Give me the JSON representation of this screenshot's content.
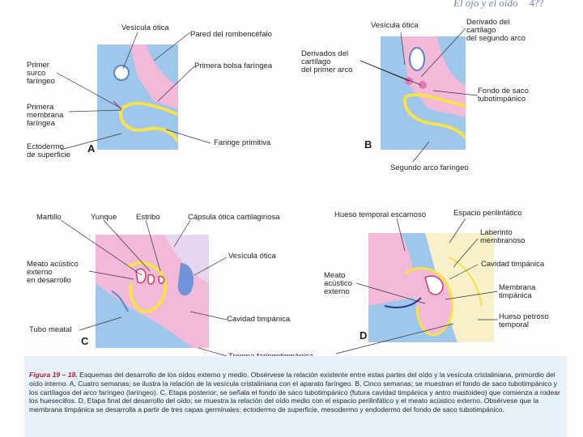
{
  "header": {
    "title": "El ojo y el oído",
    "page": "4??"
  },
  "panels": {
    "A": {
      "tag": "A",
      "labels": {
        "vesicula": "Vesícula ótica",
        "pared": "Pared del rombencéfalo",
        "surco": "Primer\nsurco\nfaríngeo",
        "bolsa": "Primera bolsa faríngea",
        "membrana": "Primera\nmembrana\nfaríngea",
        "ectodermo": "Ectodermo\nde superficie",
        "faringe": "Faringe primitiva"
      }
    },
    "B": {
      "tag": "B",
      "labels": {
        "vesicula": "Vesícula ótica",
        "derivado2": "Derivado del\ncartílago\ndel segundo arco",
        "derivados1": "Derivados del\ncartílago\ndel primer arco",
        "fondo": "Fondo de saco\ntubotimpánico",
        "segundo": "Segundo arco faríngeo"
      }
    },
    "C": {
      "tag": "C",
      "labels": {
        "martillo": "Martillo",
        "yunque": "Yunque",
        "estribo": "Estribo",
        "capsula": "Cápsula ótica cartilaginosa",
        "meato": "Meato acústico\nexterno\nen desarrollo",
        "vesicula": "Vesícula ótica",
        "cavidad": "Cavidad timpánica",
        "tubo": "Tubo meatal",
        "trompa": "Trompa faringotimpánica"
      }
    },
    "D": {
      "tag": "D",
      "labels": {
        "hueso_temp": "Hueso temporal escamoso",
        "espacio": "Espacio perilinfático",
        "laberinto": "Laberinto\nmembranoso",
        "cavidad": "Cavidad timpánica",
        "meato": "Meato\nacústico\nexterno",
        "membrana": "Membrana\ntimpánica",
        "petroso": "Hueso petroso\ntemporal"
      }
    }
  },
  "caption": {
    "label": "Figura 19 – 18.",
    "text": "Esquemas del desarrollo de los oídos externo y medio. Obsérvese la relación existente entre estas partes del oído y la vesícula cristaliniana, primordio del oído interno. A, Cuatro semanas; se ilustra la relación de la vesícula cristaliniana con el aparato faríngeo. B, Cinco semanas; se muestran el fondo de saco tubotimpánico y los cartílagos del arco faríngeo (laríngeo). C, Etapa posterior; se señala el fondo de saco tubotimpánico (futura cavidad timpánica y antro mastoideo) que comienza a rodear los huesecillos. D, Etapa final del desarrollo del oído; se muestra la relación del oído medio con el espacio perilinfático y el meato acústico externo. Obsérvese que la membrana timpánica se desarrolla a partir de tres capas germinales: ectodermo de superficie, mesodermo y endodermo del fondo de saco tubotimpánico."
  },
  "colors": {
    "pink": "#f2b9d9",
    "blue": "#9fc7ec",
    "yellow": "#f6e24a",
    "cream": "#f8f0c8",
    "caption_label": "#b0223a"
  }
}
